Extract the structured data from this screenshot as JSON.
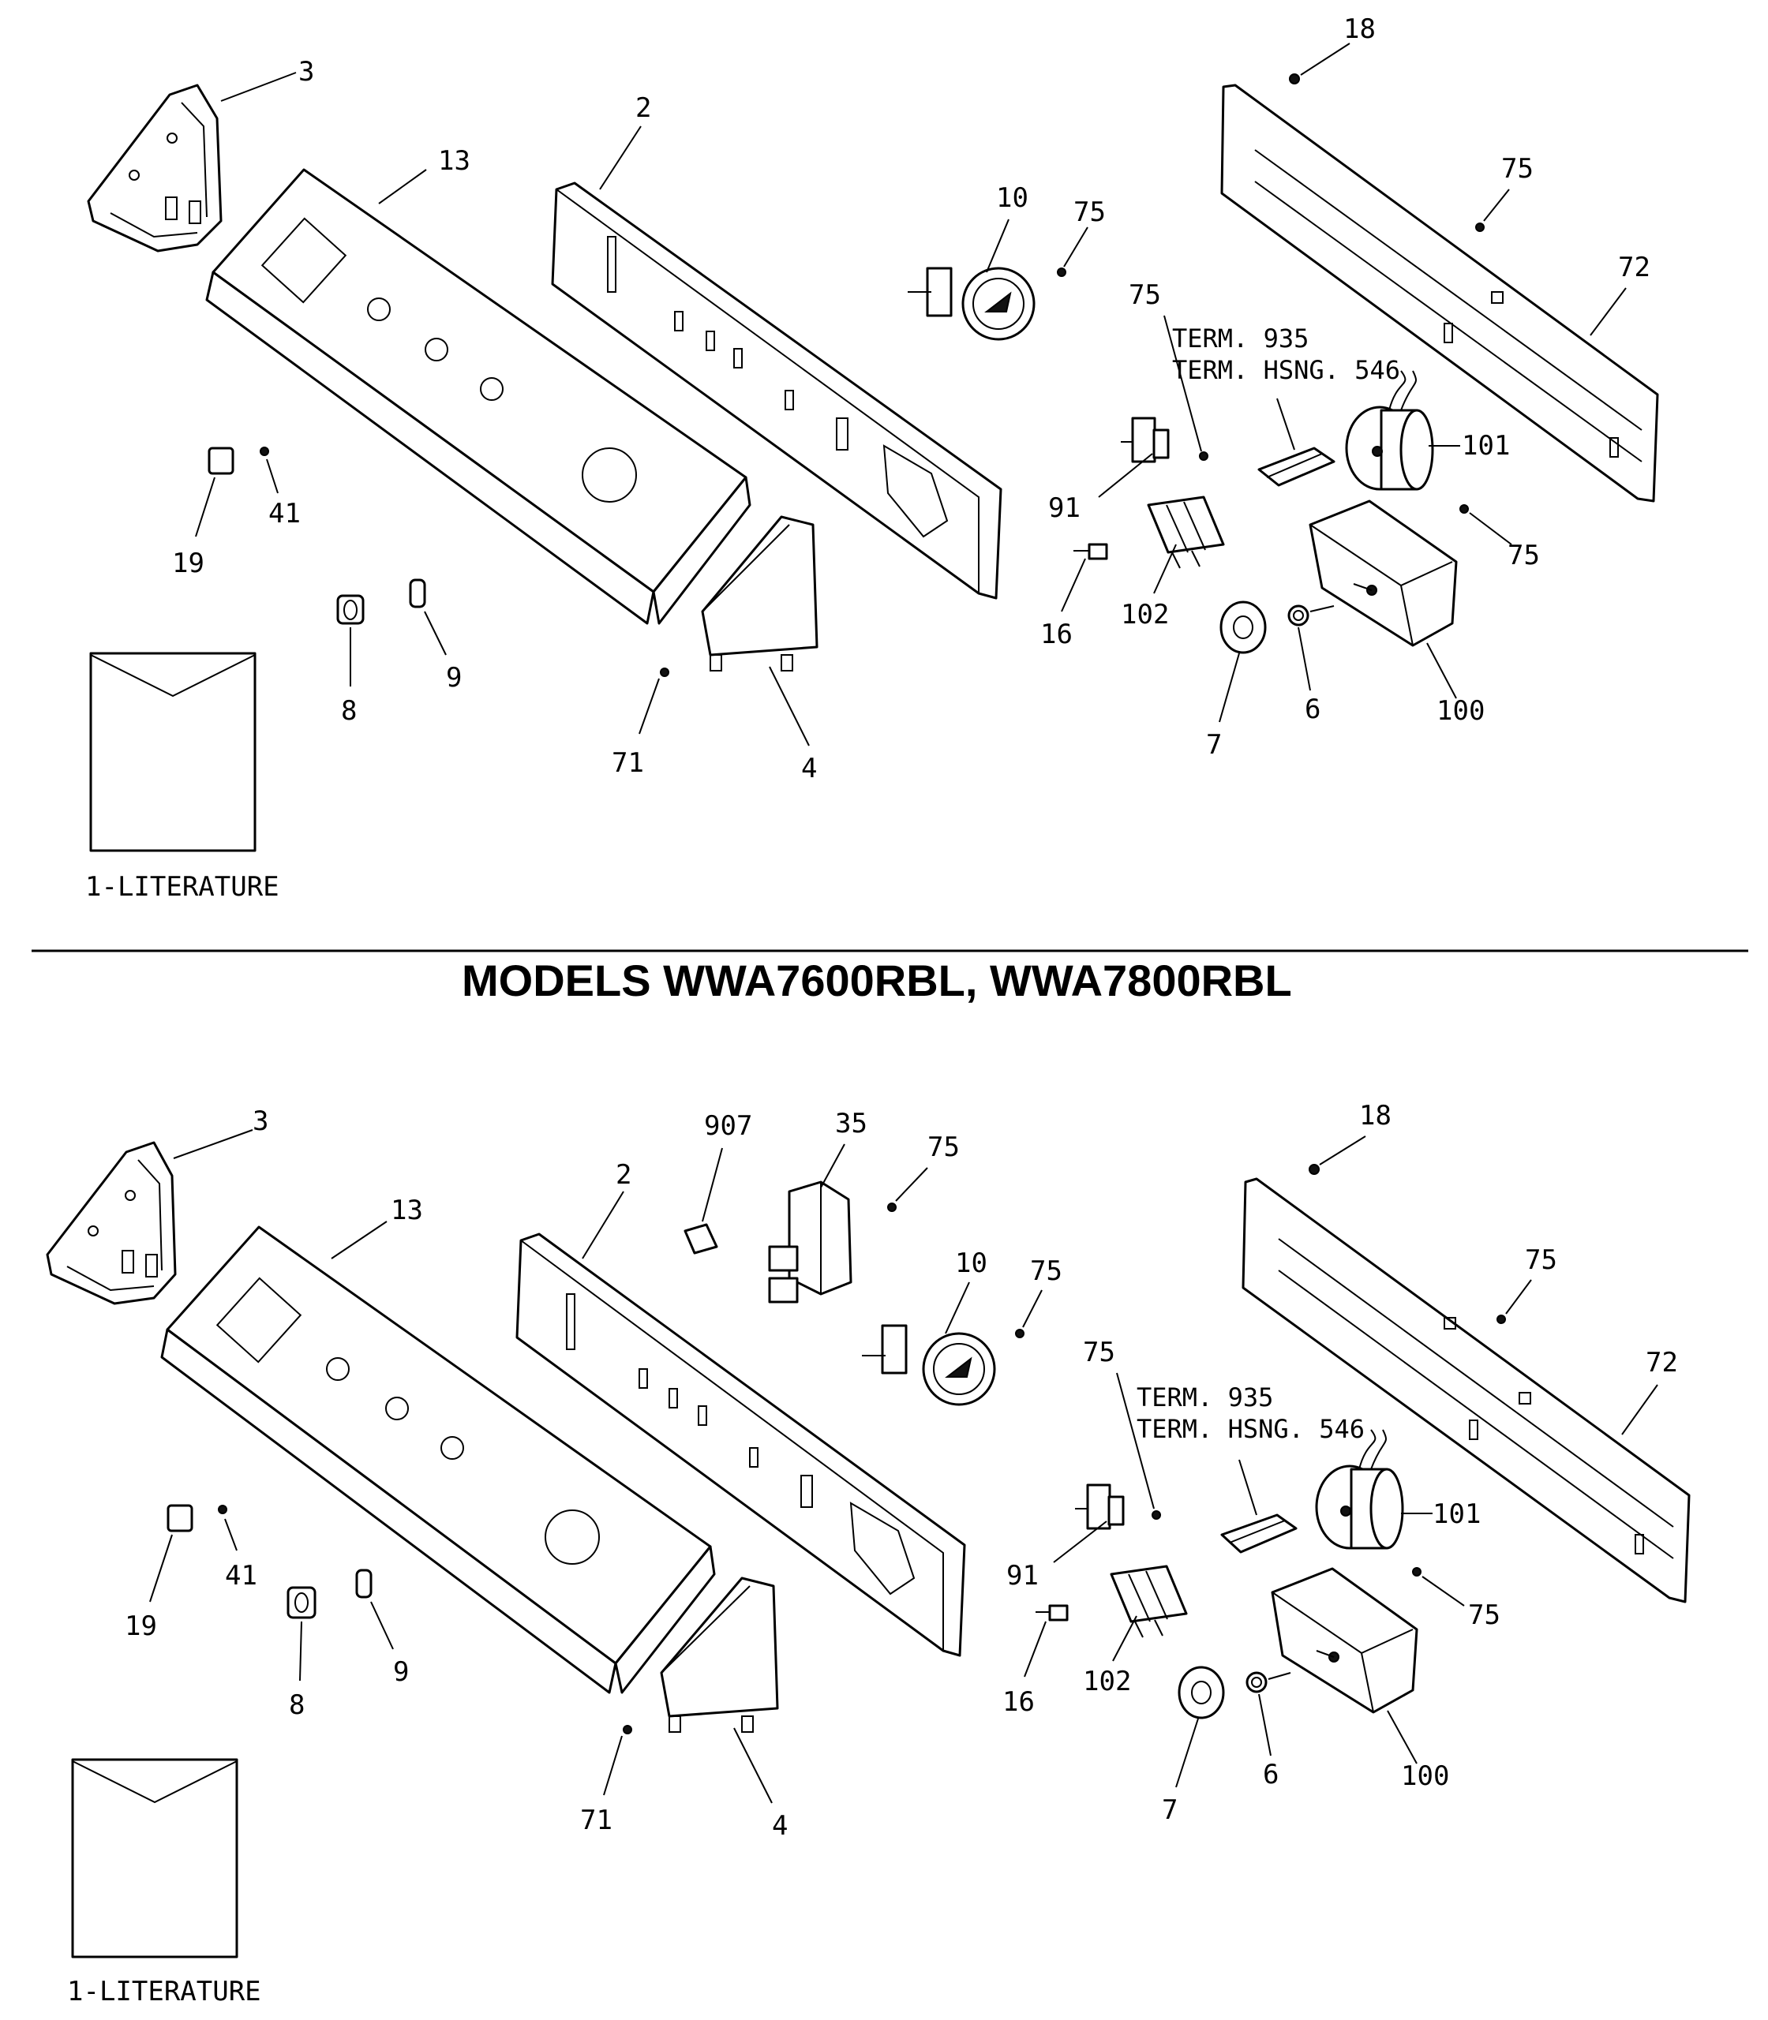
{
  "title": "MODELS WWA7600RBL, WWA7800RBL",
  "upper": {
    "labels": {
      "p3": "3",
      "p13": "13",
      "p2": "2",
      "p10": "10",
      "p75a": "75",
      "p18": "18",
      "p75b": "75",
      "p72": "72",
      "p75c": "75",
      "term": "TERM. 935",
      "term_hsng": "TERM. HSNG. 546",
      "p101": "101",
      "p91": "91",
      "p75d": "75",
      "p102": "102",
      "p16": "16",
      "p100": "100",
      "p7": "7",
      "p6": "6",
      "p19": "19",
      "p41": "41",
      "p8": "8",
      "p9": "9",
      "p71": "71",
      "p4": "4",
      "literature": "1-LITERATURE"
    }
  },
  "lower": {
    "labels": {
      "p3": "3",
      "p13": "13",
      "p2": "2",
      "p907": "907",
      "p35": "35",
      "p75e": "75",
      "p10": "10",
      "p75a": "75",
      "p18": "18",
      "p75b": "75",
      "p72": "72",
      "p75c": "75",
      "term": "TERM. 935",
      "term_hsng": "TERM. HSNG. 546",
      "p101": "101",
      "p91": "91",
      "p75d": "75",
      "p102": "102",
      "p16": "16",
      "p100": "100",
      "p7": "7",
      "p6": "6",
      "p19": "19",
      "p41": "41",
      "p8": "8",
      "p9": "9",
      "p71": "71",
      "p4": "4",
      "literature": "1-LITERATURE"
    }
  }
}
